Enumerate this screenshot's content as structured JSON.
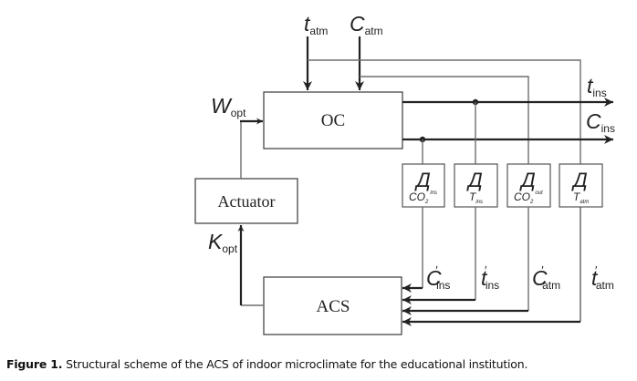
{
  "blocks": {
    "oc": "OC",
    "actuator": "Actuator",
    "acs": "ACS"
  },
  "inputs": {
    "t_atm": {
      "sym": "t",
      "sub": "atm"
    },
    "c_atm": {
      "sym": "C",
      "sub": "atm"
    },
    "w_opt": {
      "sym": "W",
      "sub": "opt"
    },
    "k_opt": {
      "sym": "K",
      "sub": "opt"
    }
  },
  "outputs": {
    "t_ins": {
      "sym": "t",
      "sub": "ins"
    },
    "c_ins": {
      "sym": "C",
      "sub": "ins"
    }
  },
  "sensors": [
    {
      "glyph": "Д",
      "sym": "CO",
      "sub": "2",
      "sup": "ins"
    },
    {
      "glyph": "Д",
      "sym": "T",
      "sub": "ins",
      "sup": ""
    },
    {
      "glyph": "Д",
      "sym": "CO",
      "sub": "2",
      "sup": "out"
    },
    {
      "glyph": "Д",
      "sym": "T",
      "sub": "atm",
      "sup": ""
    }
  ],
  "measured": [
    {
      "sym": "C",
      "prime": "′",
      "sub": "ins"
    },
    {
      "sym": "t",
      "prime": "′",
      "sub": "ins"
    },
    {
      "sym": "C",
      "prime": "′",
      "sub": "atm"
    },
    {
      "sym": "t",
      "prime": "′",
      "sub": "atm"
    }
  ],
  "caption": {
    "label": "Figure 1.",
    "text": " Structural scheme of the ACS of indoor microclimate for the educational institution."
  }
}
